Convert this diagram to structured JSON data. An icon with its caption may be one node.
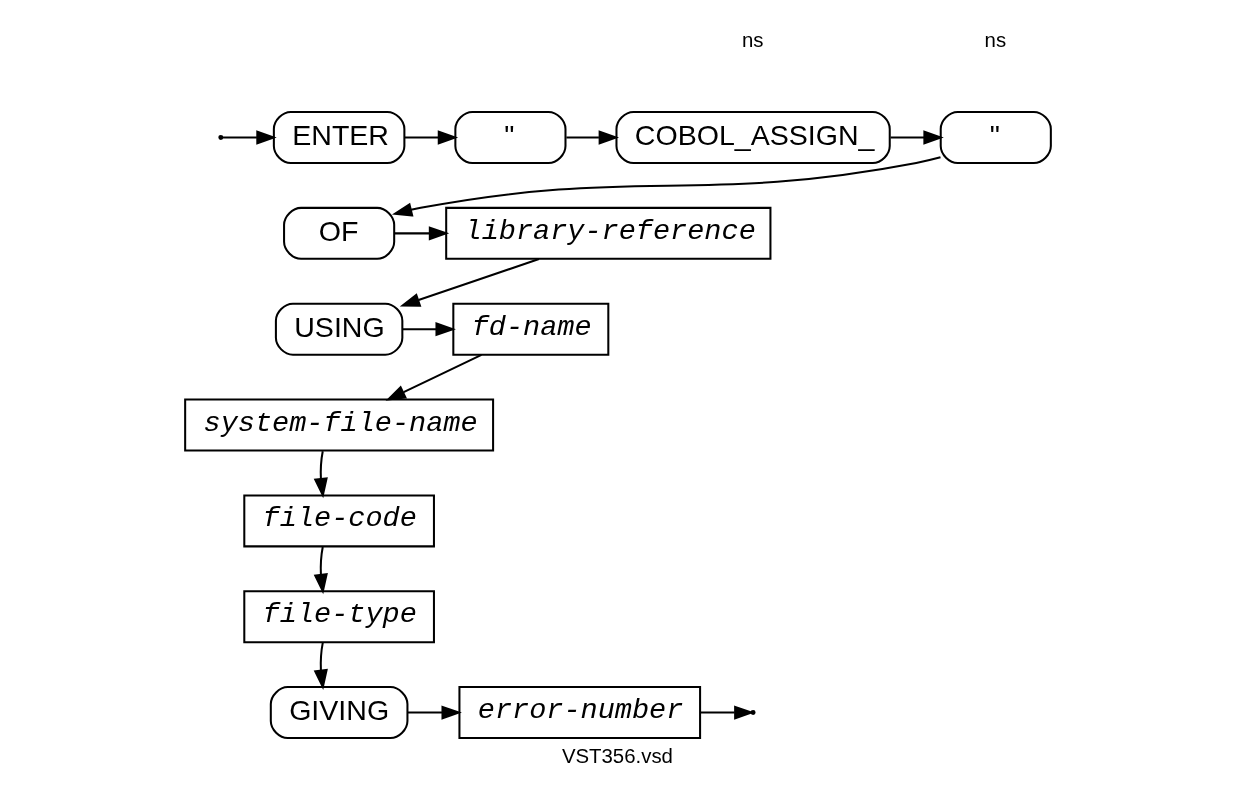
{
  "diagram": {
    "caption": "VST356.vsd",
    "nodes": [
      {
        "text": [
          "ENTER"
        ]
      },
      {
        "text": [
          "\""
        ]
      },
      {
        "text": [
          "COBOL_ASSIGN_"
        ]
      },
      {
        "text": [
          "\""
        ]
      },
      {
        "text": [
          "OF"
        ]
      },
      {
        "text": [
          "library-reference"
        ]
      },
      {
        "text": [
          "USING"
        ]
      },
      {
        "text": [
          "fd-name"
        ]
      },
      {
        "text": [
          "system-file-name"
        ]
      },
      {
        "text": [
          "file-code"
        ]
      },
      {
        "text": [
          "file-type"
        ]
      },
      {
        "text": [
          "GIVING"
        ]
      },
      {
        "text": [
          "error-number"
        ]
      }
    ],
    "edges": [
      {
        "from": null,
        "to": 0,
        "arrow": "to"
      },
      {
        "from": 0,
        "to": 1,
        "arrow": "to"
      },
      {
        "from": 1,
        "to": 2,
        "arrow": "to"
      },
      {
        "from": 2,
        "to": 3,
        "arrow": "to"
      },
      {
        "from": 3,
        "to": 4,
        "arrow": "to"
      },
      {
        "from": 4,
        "to": 5,
        "arrow": "to"
      },
      {
        "from": 5,
        "to": 6,
        "arrow": "to"
      },
      {
        "from": 6,
        "to": 7,
        "arrow": "to"
      },
      {
        "from": 7,
        "to": 8,
        "arrow": "to"
      },
      {
        "from": 8,
        "to": 9,
        "arrow": "to"
      },
      {
        "from": 9,
        "to": 10,
        "arrow": "to"
      },
      {
        "from": 10,
        "to": 11,
        "arrow": "to"
      },
      {
        "from": 11,
        "to": 12,
        "arrow": "to"
      },
      {
        "from": 12,
        "to": null,
        "arrow": "to"
      }
    ],
    "labels": [
      "ns",
      "ns"
    ]
  }
}
